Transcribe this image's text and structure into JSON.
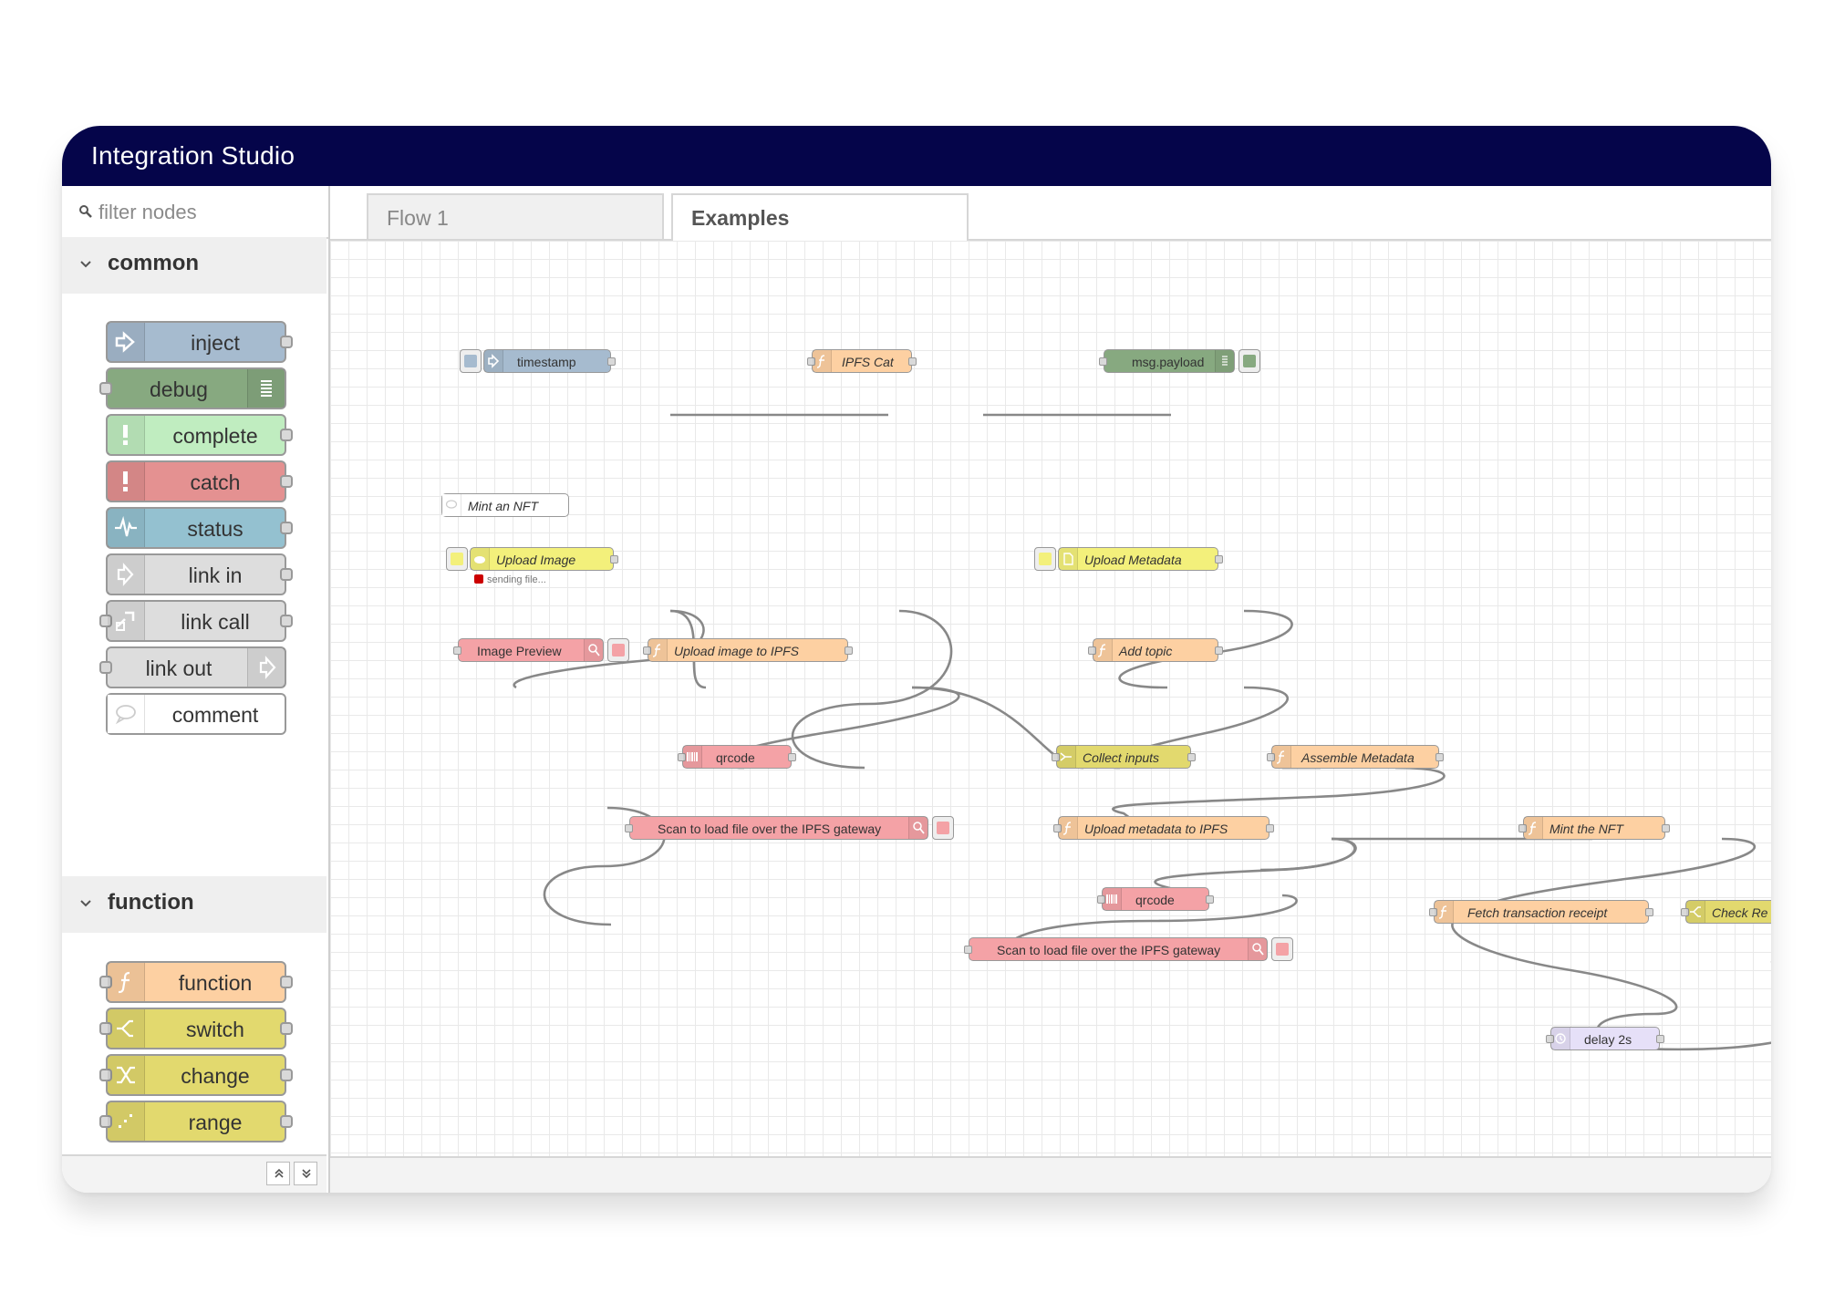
{
  "app": {
    "title": "Integration Studio"
  },
  "palette": {
    "filter_placeholder": "filter nodes",
    "categories": [
      {
        "label": "common",
        "nodes": [
          {
            "label": "inject",
            "color": "#a6bbcf",
            "icon": "inject-arrow-icon"
          },
          {
            "label": "debug",
            "color": "#87a980",
            "icon": "debug-list-icon"
          },
          {
            "label": "complete",
            "color": "#c0edc0",
            "icon": "alert-icon"
          },
          {
            "label": "catch",
            "color": "#e49191",
            "icon": "alert-icon"
          },
          {
            "label": "status",
            "color": "#94c1d0",
            "icon": "pulse-icon"
          },
          {
            "label": "link in",
            "color": "#dddddd",
            "icon": "link-in-icon"
          },
          {
            "label": "link call",
            "color": "#dddddd",
            "icon": "link-call-icon"
          },
          {
            "label": "link out",
            "color": "#dddddd",
            "icon": "link-out-icon"
          },
          {
            "label": "comment",
            "color": "#ffffff",
            "icon": "comment-icon"
          }
        ]
      },
      {
        "label": "function",
        "nodes": [
          {
            "label": "function",
            "color": "#fdd0a2",
            "icon": "function-icon"
          },
          {
            "label": "switch",
            "color": "#e2d96e",
            "icon": "switch-icon"
          },
          {
            "label": "change",
            "color": "#e2d96e",
            "icon": "shuffle-icon"
          },
          {
            "label": "range",
            "color": "#e2d96e",
            "icon": "range-icon"
          }
        ]
      }
    ]
  },
  "tabs": [
    {
      "label": "Flow 1",
      "active": false
    },
    {
      "label": "Examples",
      "active": true
    }
  ],
  "flow": {
    "nodes": {
      "timestamp": "timestamp",
      "ipfs_cat": "IPFS Cat",
      "msg_payload": "msg.payload",
      "comment_mint": "Mint an NFT",
      "upload_image": "Upload Image",
      "upload_image_status": "sending file...",
      "image_preview": "Image Preview",
      "upload_image_ipfs": "Upload image to IPFS",
      "qrcode_1": "qrcode",
      "scan_gateway_1": "Scan to load file over the IPFS gateway",
      "upload_metadata": "Upload Metadata",
      "add_topic": "Add topic",
      "collect_inputs": "Collect inputs",
      "assemble_metadata": "Assemble Metadata",
      "upload_metadata_ipfs": "Upload metadata to IPFS",
      "mint_nft": "Mint the NFT",
      "qrcode_2": "qrcode",
      "scan_gateway_2": "Scan to load file over the IPFS gateway",
      "fetch_receipt": "Fetch transaction receipt",
      "check_receipt": "Check Re",
      "delay": "delay 2s"
    },
    "colors": {
      "inject": "#a6bbcf",
      "function": "#fdd0a2",
      "debug": "#87a980",
      "upload": "#f3f07b",
      "preview": "#f4a2a6",
      "join": "#e2d96e",
      "delay": "#e6e0f8",
      "wire": "#888888",
      "status_error": "#cc0000"
    }
  }
}
